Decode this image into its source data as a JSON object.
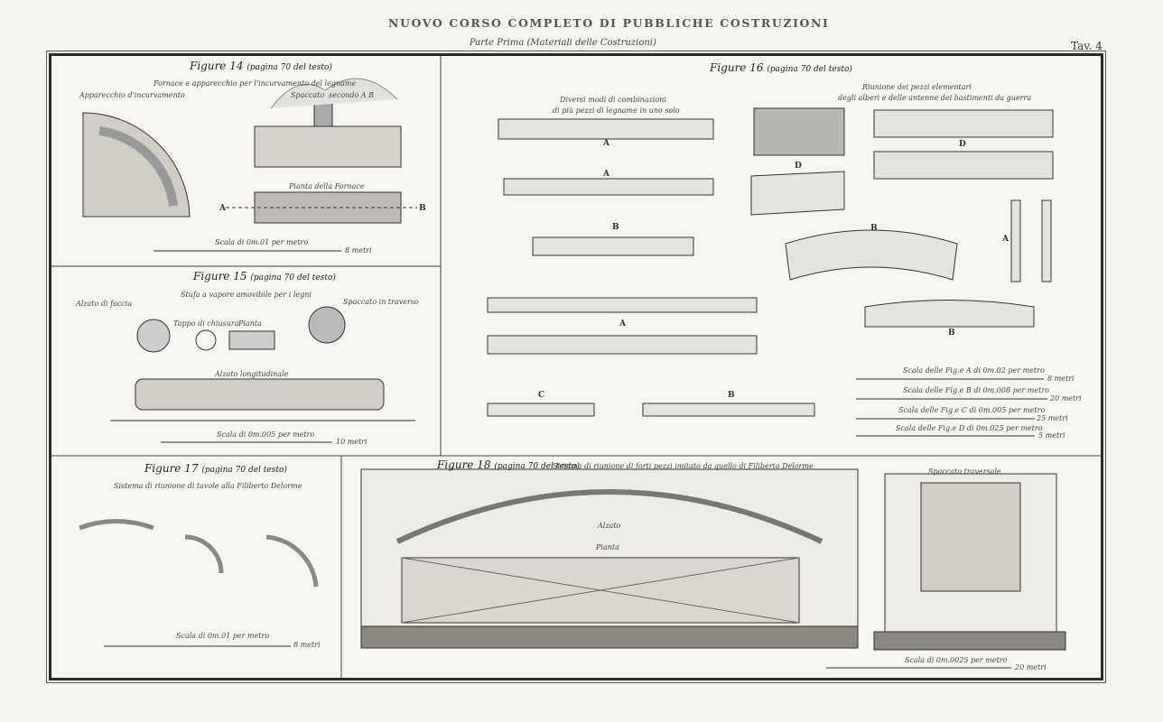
{
  "header": {
    "title": "NUOVO CORSO COMPLETO DI PUBBLICHE COSTRUZIONI",
    "subtitle": "Parte Prima (Materiali delle Costruzioni)",
    "plate": "Tav. 4"
  },
  "fig14": {
    "title": "Figure 14",
    "page": "(pagina 70 del testo)",
    "caption": "Fornace e apparecchio per l'incurvamento del legname",
    "left_label": "Apparecchio d'incurvamento",
    "section_label": "Spaccato",
    "section_ab": "secondo A B",
    "plan_label": "Pianta della Fornace",
    "a": "A",
    "b": "B",
    "scale": "Scala di 0m.01 per metro",
    "scale_end": "8 metri"
  },
  "fig15": {
    "title": "Figure 15",
    "page": "(pagina 70 del testo)",
    "caption": "Stufa a vapore amovibile per i legni",
    "front": "Alzato di faccia",
    "cross": "Spaccato in traverso",
    "plug": "Tappo di chiusura",
    "plan": "Pianta",
    "long": "Alzato longitudinale",
    "scale": "Scala di 0m.005 per metro",
    "scale_end": "10 metri"
  },
  "fig16": {
    "title": "Figure 16",
    "page": "(pagina 70 del testo)",
    "caption_left_1": "Diversi modi di combinazioni",
    "caption_left_2": "di più pezzi di legname in uno solo",
    "caption_right_1": "Riunione dei pezzi elementari",
    "caption_right_2": "degli alberi e delle antenne dei bastimenti da guerra",
    "letters": {
      "a": "A",
      "b": "B",
      "c": "C",
      "d": "D"
    },
    "scales": [
      {
        "label": "Scala delle Fig.e A di 0m.02 per metro",
        "end": "8 metri"
      },
      {
        "label": "Scala delle Fig.e B di 0m.008 per metro",
        "end": "20 metri"
      },
      {
        "label": "Scala delle Fig.e C di 0m.005 per metro",
        "end": "25 metri"
      },
      {
        "label": "Scala delle Fig.e D di 0m.025 per metro",
        "end": "5 metri"
      }
    ]
  },
  "fig17": {
    "title": "Figure 17",
    "page": "(pagina 70 del testo)",
    "caption": "Sistema di riunione di tavole alla Filiberto Delorme",
    "scale": "Scala di 0m.01 per metro",
    "scale_end": "8 metri"
  },
  "fig18": {
    "title": "Figure 18",
    "page": "(pagina 70 del testo)",
    "caption": "Sistema di riunione di forti pezzi imitato da quello di Filiberto Delorme",
    "elev": "Alzato",
    "plan": "Pianta",
    "cross": "Spaccato traversale",
    "scale": "Scala di 0m.0025 per metro",
    "scale_end": "20 metri"
  }
}
